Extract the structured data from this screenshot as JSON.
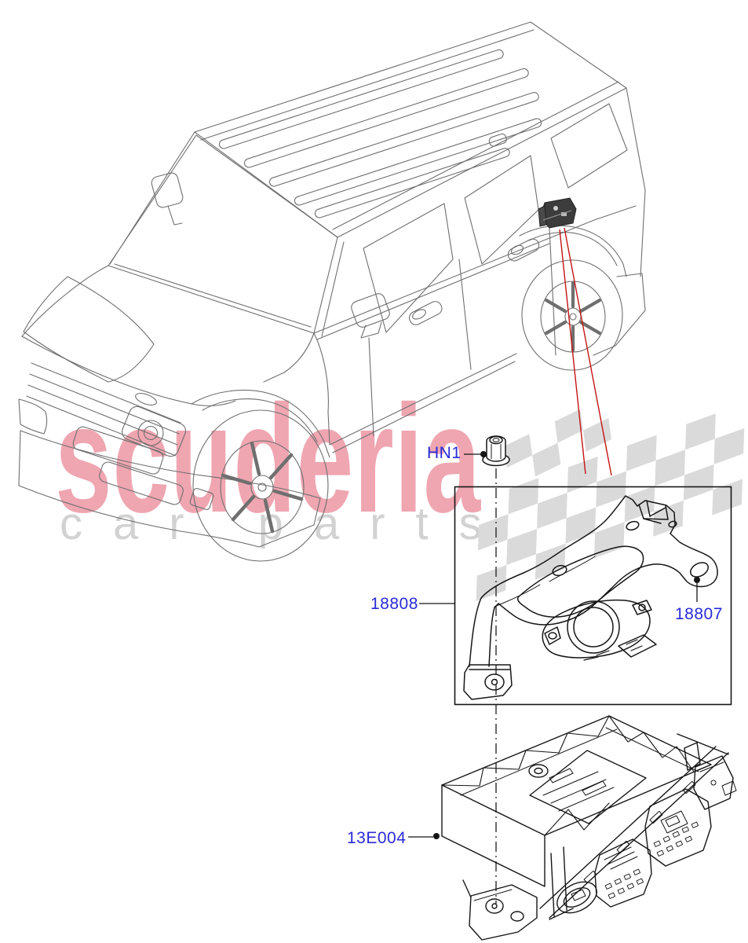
{
  "diagram": {
    "title_hint": "Vehicle sounder and control module parts diagram",
    "labels": {
      "nut": "HN1",
      "bracket_assembly": "18808",
      "bolt": "18807",
      "control_module": "13E004"
    },
    "watermark": {
      "brand": "scuderia",
      "tagline": "car parts"
    },
    "colors": {
      "part_label_blue": "#2a2ad8",
      "leader_red": "#c41414",
      "vehicle_line_gray": "#6f6f6f",
      "detail_line_black": "#161616",
      "watermark_red": "#efa6b1",
      "watermark_gray": "#d2d2d2",
      "flag_gray": "#dadada"
    }
  }
}
